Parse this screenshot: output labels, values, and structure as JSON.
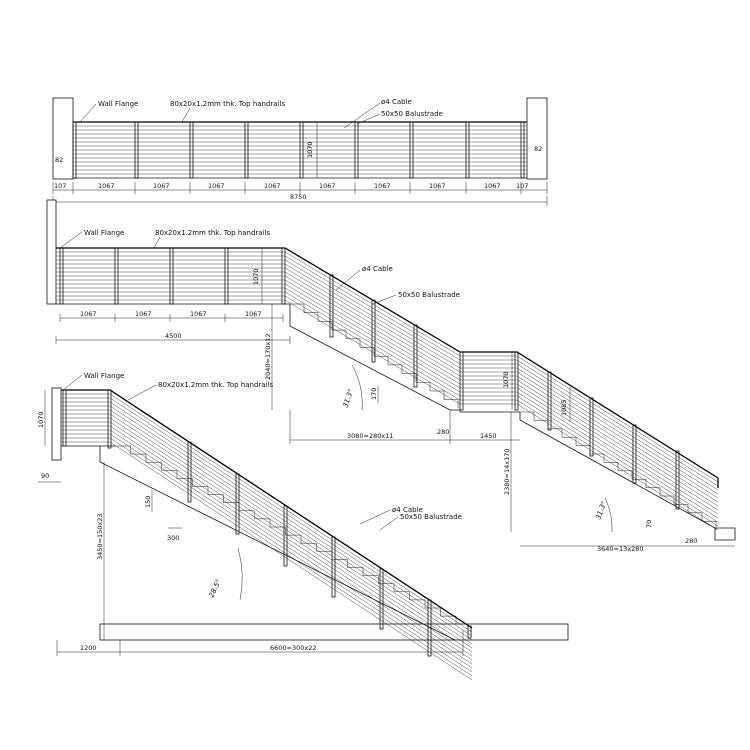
{
  "labels": {
    "wall_flange": "Wall Flange",
    "top_handrails": "80x20x1.2mm thk. Top handrails",
    "cable": "ø4 Cable",
    "balustrade": "50x50 Balustrade"
  },
  "dims": {
    "d_82": "82",
    "d_107": "107",
    "d_1067": "1067",
    "d_8750": "8750",
    "d_1070": "1070",
    "d_4500": "4500",
    "d_2040": "2040=170x12",
    "d_3080": "3080=280x11",
    "d_280": "280",
    "d_1450": "1450",
    "d_170": "170",
    "d_2380": "2380=14x170",
    "d_3640": "3640=13x280",
    "d_70": "70",
    "d_1085": "1085",
    "d_90": "90",
    "d_3450": "3450=150x23",
    "d_150": "150",
    "d_300": "300",
    "d_1200": "1200",
    "d_6600": "6600=300x22"
  },
  "angles": {
    "a_313": "31.3°",
    "a_285": "28.5°"
  }
}
